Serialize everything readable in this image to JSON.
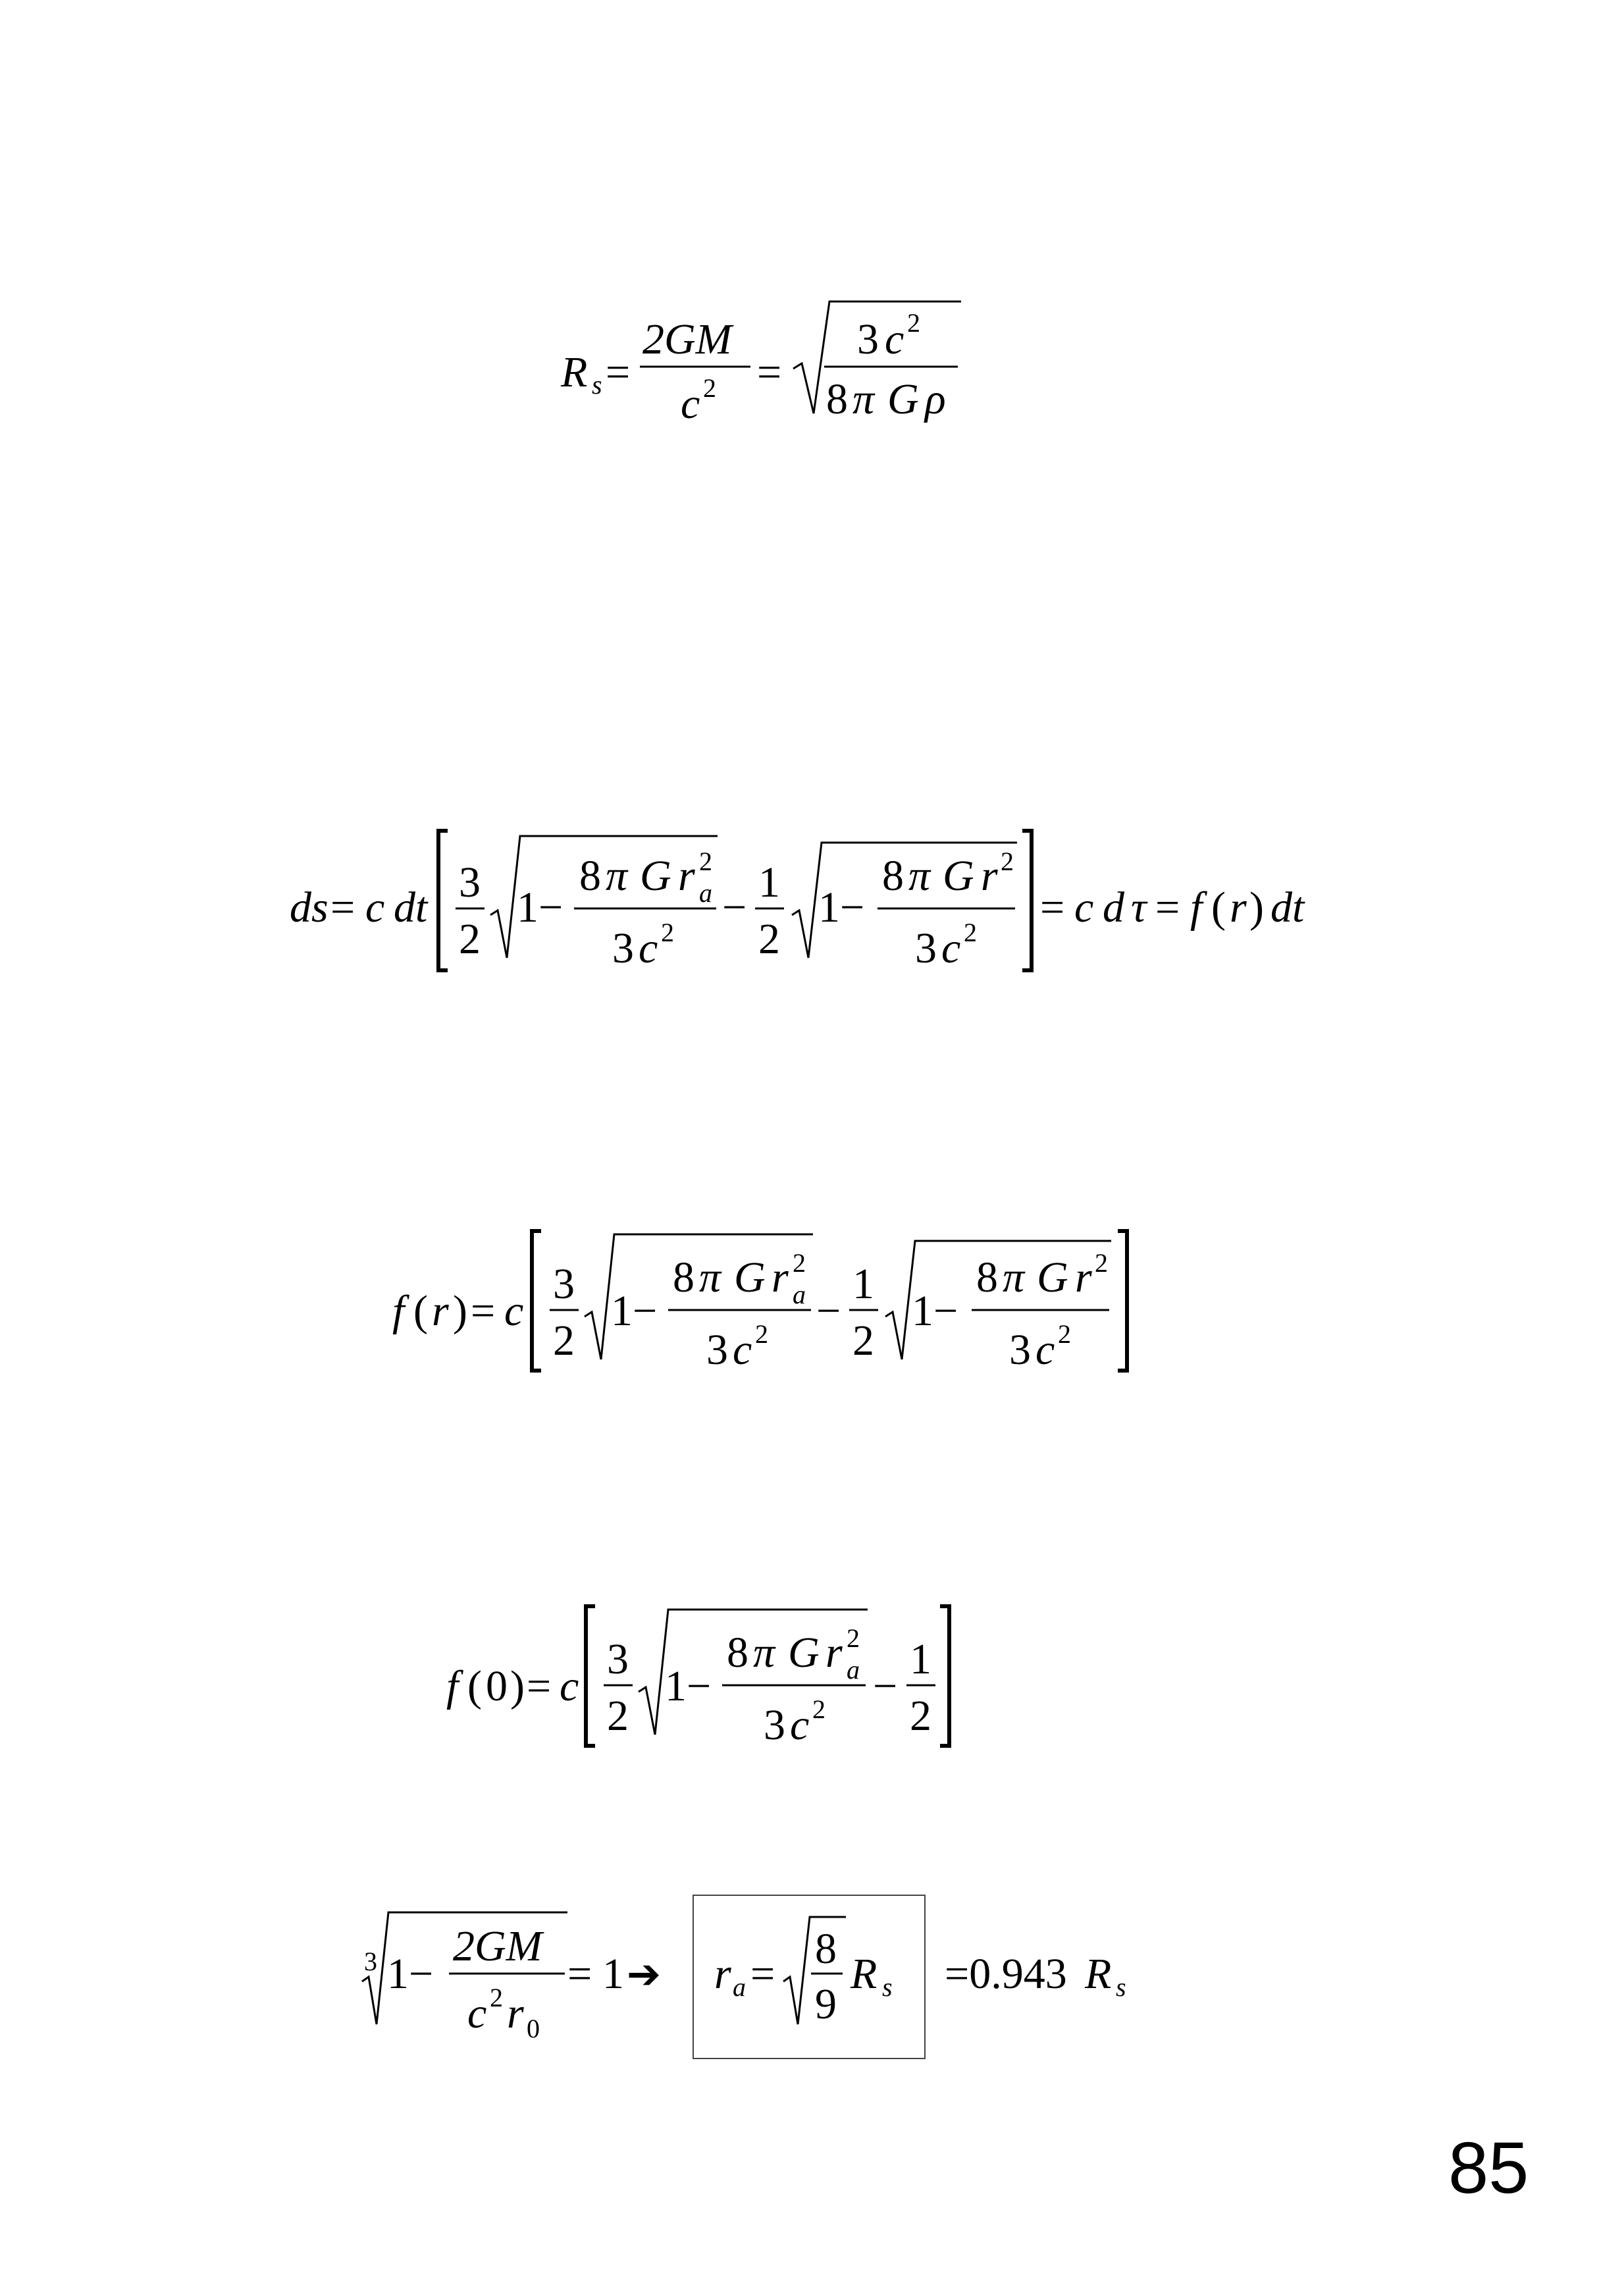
{
  "page": {
    "number": "85"
  },
  "equations": {
    "eq1": {
      "lhs": "R",
      "lhs_sub": "s",
      "eq": "=",
      "f1_num": "2GM",
      "f1_den": "c",
      "sq": "2",
      "eq2": "=",
      "root_num_a": "3",
      "root_num_b": "c",
      "root_den_a": "8",
      "root_den_pi": "π",
      "root_den_G": "G",
      "root_den_rho": "ρ"
    },
    "eq2": {
      "lhs": "ds",
      "eq": "=",
      "c": "c",
      "dt": "dt",
      "three": "3",
      "two": "2",
      "one": "1",
      "one_minus": "1−",
      "minus": "−",
      "eight": "8",
      "pi": "π",
      "G": "G",
      "r": "r",
      "sub_a": "a",
      "sq": "2",
      "den_3": "3",
      "den_c": "c",
      "rhs1": "=",
      "rhs_c": "c",
      "d": "d",
      "tau": "τ",
      "rhs2": "=",
      "f": "f",
      "lp": "(",
      "rp": ")"
    },
    "eq3": {
      "f": "f",
      "lp": "(",
      "r": "r",
      "rp": ")",
      "eq": "=",
      "c": "c",
      "three": "3",
      "two": "2",
      "one": "1",
      "one_minus": "1−",
      "minus": "−",
      "eight": "8",
      "pi": "π",
      "G": "G",
      "sub_a": "a",
      "sq": "2",
      "den_3": "3",
      "den_c": "c"
    },
    "eq4": {
      "f": "f",
      "lp": "(",
      "zero": "0",
      "rp": ")",
      "eq": "=",
      "c": "c",
      "three": "3",
      "two": "2",
      "one": "1",
      "one_minus": "1−",
      "minus": "−",
      "eight": "8",
      "pi": "π",
      "G": "G",
      "r": "r",
      "sub_a": "a",
      "sq": "2",
      "den_3": "3",
      "den_c": "c"
    },
    "eq5": {
      "root_index": "3",
      "one_minus": "1−",
      "num": "2GM",
      "den_c": "c",
      "sq": "2",
      "den_r": "r",
      "den_sub": "0",
      "eq": "=",
      "one": "1",
      "arrow": "➔",
      "boxed_lhs": "r",
      "boxed_sub": "a",
      "boxed_eq": "=",
      "frac_num": "8",
      "frac_den": "9",
      "R": "R",
      "R_sub": "s",
      "result": "=0.943",
      "result_R": "R",
      "result_sub": "s"
    }
  }
}
